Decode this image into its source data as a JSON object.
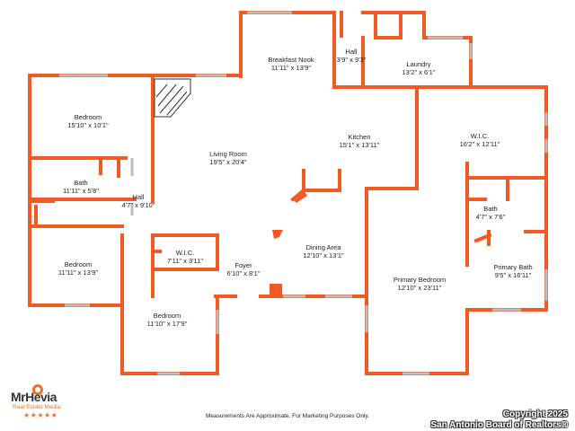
{
  "brand": {
    "logo_text": "MrHevia",
    "logo_subtext": "Real Estate Media",
    "logo_stars": "★★★★★",
    "accent_color": "#f15a24"
  },
  "rooms": [
    {
      "id": "breakfast_nook",
      "name": "Breakfast Nook",
      "dims": "11'11\" x 13'9\""
    },
    {
      "id": "hall_top",
      "name": "Hall",
      "dims": "3'9\" x 9'3\""
    },
    {
      "id": "laundry",
      "name": "Laundry",
      "dims": "13'2\" x 6'1\""
    },
    {
      "id": "bedroom_nw",
      "name": "Bedroom",
      "dims": "15'10\" x 10'1\""
    },
    {
      "id": "living_room",
      "name": "Living Room",
      "dims": "19'5\" x 20'4\""
    },
    {
      "id": "kitchen",
      "name": "Kitchen",
      "dims": "15'1\" x 13'11\""
    },
    {
      "id": "wic_east",
      "name": "W.I.C.",
      "dims": "16'2\" x 12'11\""
    },
    {
      "id": "bath_west",
      "name": "Bath",
      "dims": "11'11\" x 5'8\""
    },
    {
      "id": "hall_west",
      "name": "Hall",
      "dims": "4'7\" x 9'10\""
    },
    {
      "id": "bath_east",
      "name": "Bath",
      "dims": "4'7\" x 7'6\""
    },
    {
      "id": "bedroom_sw",
      "name": "Bedroom",
      "dims": "11'11\" x 13'9\""
    },
    {
      "id": "wic_small",
      "name": "W.I.C.",
      "dims": "7'11\" x 3'11\""
    },
    {
      "id": "foyer",
      "name": "Foyer",
      "dims": "6'10\" x 8'1\""
    },
    {
      "id": "dining_area",
      "name": "Dining Area",
      "dims": "12'10\" x 13'1\""
    },
    {
      "id": "primary_bath",
      "name": "Primary Bath",
      "dims": "9'5\" x 16'11\""
    },
    {
      "id": "primary_bedroom",
      "name": "Primary Bedroom",
      "dims": "12'10\" x 23'11\""
    },
    {
      "id": "bedroom_s",
      "name": "Bedroom",
      "dims": "11'10\" x 17'9\""
    }
  ],
  "footer": {
    "disclaimer": "Measurements Are Approximate. For Marketing Purposes Only.",
    "copyright_line1": "Copyright 2025",
    "copyright_line2": "San Antonio Board of Realtors®"
  }
}
